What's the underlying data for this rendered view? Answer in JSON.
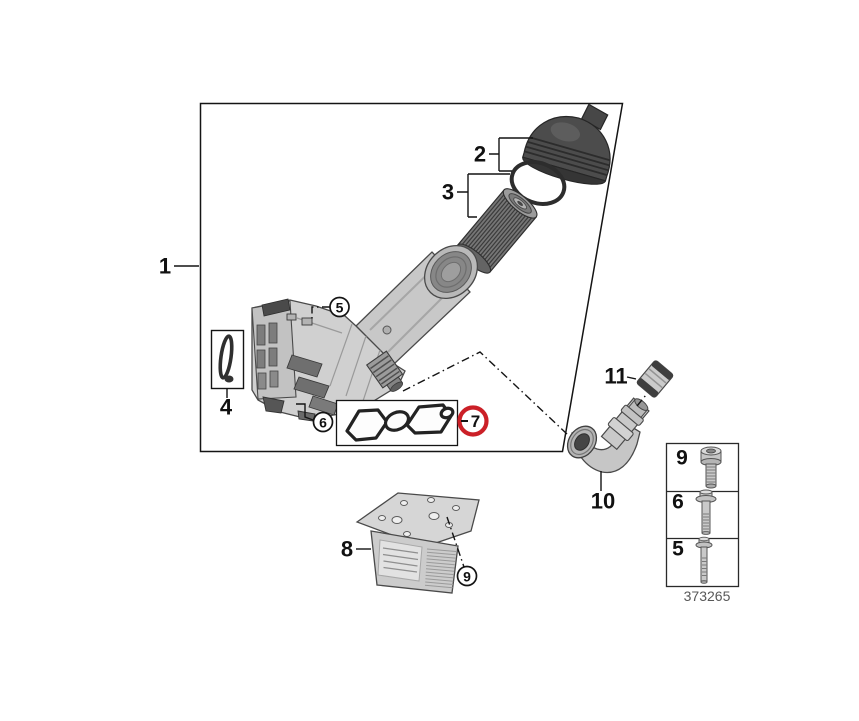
{
  "diagram": {
    "code": "373265",
    "highlight_color": "#cb2027",
    "callouts": {
      "c1": "1",
      "c2": "2",
      "c3": "3",
      "c4": "4",
      "c5": "5",
      "c6": "6",
      "c7": "7",
      "c8": "8",
      "c9": "9",
      "c10": "10",
      "c11": "11"
    },
    "fastener_table": {
      "rows": [
        {
          "label": "9"
        },
        {
          "label": "6"
        },
        {
          "label": "5"
        }
      ]
    }
  }
}
